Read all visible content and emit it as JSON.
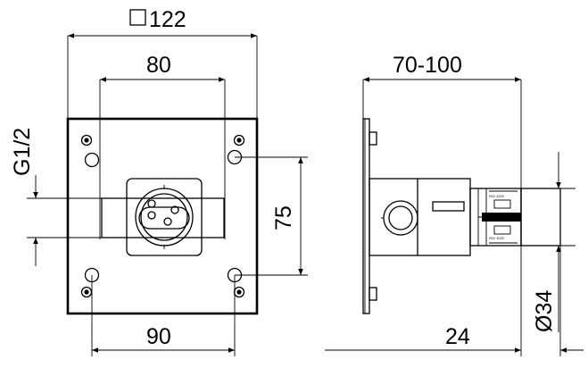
{
  "dimensions": {
    "square_symbol": "□",
    "plate_width": "122",
    "hole_spacing_top": "80",
    "hole_spacing_bottom": "90",
    "vertical_spacing": "75",
    "thread": "G1/2",
    "depth_range": "70-100",
    "spindle_length": "24",
    "spindle_diameter": "Ø34"
  }
}
